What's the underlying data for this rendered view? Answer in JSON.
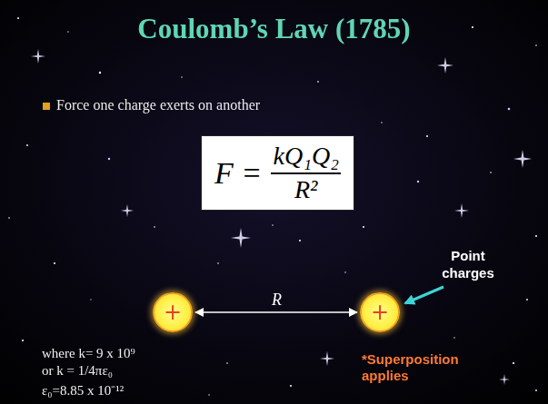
{
  "diagram": {
    "title": "Coulomb’s Law (1785)",
    "nodes": [
      {
        "text": [
          "F =",
          "kQ₁Q₂",
          "R²"
        ]
      },
      {
        "text": [
          "+"
        ]
      },
      {
        "text": [
          "+"
        ]
      }
    ],
    "edges": [
      {
        "from": 1,
        "to": 2,
        "arrow": "both",
        "label": "R"
      }
    ],
    "labels": [
      "Force one charge exerts on another",
      "Point charges",
      "where k= 9 x 10⁹",
      "or k = 1/4πε₀",
      "ε₀=8.85 x 10⁻¹²",
      "*Superposition applies"
    ]
  }
}
